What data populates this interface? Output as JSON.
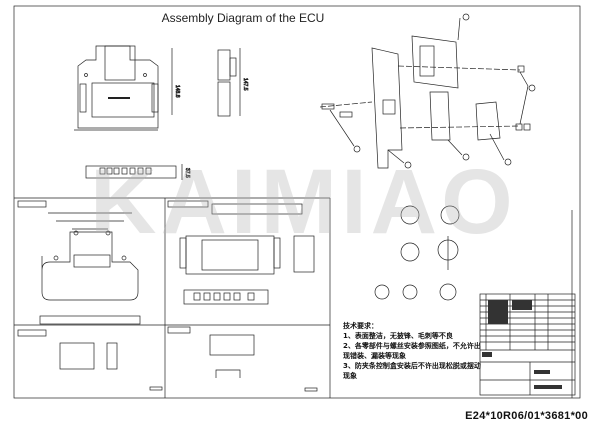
{
  "title": "Assembly Diagram of the ECU",
  "watermark": "KAIMIAO",
  "dimensions": {
    "front_height": "148.8",
    "side_height": "147.5",
    "bottom_height": "37.5"
  },
  "tech_requirements": {
    "heading": "技术要求：",
    "lines": [
      "1、表面整洁，无披锋、毛刺等不良",
      "2、各零部件与螺丝安装参照图纸，不允许出",
      "现错装、漏装等现象",
      "3、防夹条控制盒安装后不许出现松脱或摆动",
      "现象"
    ]
  },
  "document_code": "E24*10R06/01*3681*00"
}
